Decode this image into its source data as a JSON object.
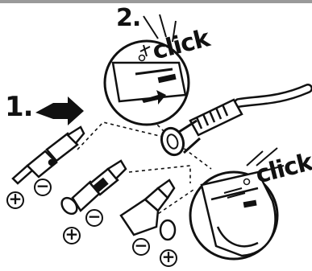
{
  "steps": {
    "step1_label": "1.",
    "step2_label": "2."
  },
  "callouts": {
    "click_upper": "click",
    "click_lower": "click"
  },
  "polarity": {
    "plus": "+",
    "minus": "−"
  },
  "colors": {
    "line": "#111111",
    "background": "#ffffff",
    "top_bar": "#9a9a9a"
  },
  "icons": [
    "arrow-right-icon",
    "plug-jack-icon",
    "plus-icon",
    "minus-icon",
    "connector-icon"
  ]
}
